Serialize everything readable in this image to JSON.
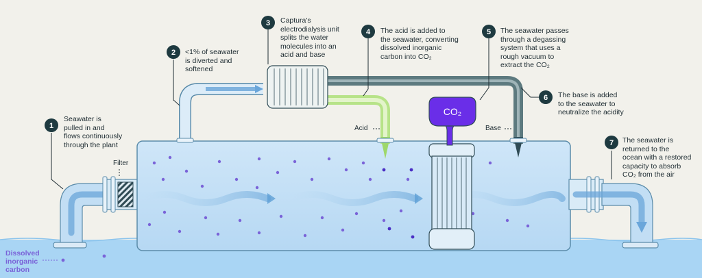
{
  "steps": [
    {
      "number": "1",
      "lines": [
        "Seawater is",
        "pulled in and",
        "flows continuously",
        "through the plant"
      ]
    },
    {
      "number": "2",
      "lines": [
        "<1% of seawater",
        "is diverted and",
        "softened"
      ]
    },
    {
      "number": "3",
      "lines": [
        "Captura's",
        "electrodialysis unit",
        "splits the water",
        "molecules into an",
        "acid and base"
      ]
    },
    {
      "number": "4",
      "lines": [
        "The acid is added to",
        "the seawater, converting",
        "dissolved inorganic",
        "carbon into CO₂"
      ]
    },
    {
      "number": "5",
      "lines": [
        "The seawater passes",
        "through a degassing",
        "system that uses a",
        "rough vacuum to",
        "extract the CO₂"
      ]
    },
    {
      "number": "6",
      "lines": [
        "The base is added",
        "to the seawater to",
        "neutralize the acidity"
      ]
    },
    {
      "number": "7",
      "lines": [
        "The seawater is",
        "returned to the",
        "ocean with a restored",
        "capacity to absorb",
        "CO₂ from the air"
      ]
    }
  ],
  "labels": {
    "filter": "Filter",
    "acid": "Acid",
    "base": "Base",
    "co2_tank": "CO₂"
  },
  "legend": {
    "lines": [
      "Dissolved",
      "inorganic",
      "carbon"
    ]
  },
  "colors": {
    "background": "#f2f1eb",
    "badge": "#1e3a40",
    "pipe_light": "#c9e3f7",
    "pipe_edge": "#5b8caa",
    "acid_pipe": "#d3ee9f",
    "base_pipe": "#5d7a7f",
    "co2": "#6a2ee8",
    "dic_dot": "#7a63d8",
    "ocean": "#a9d5f4"
  }
}
